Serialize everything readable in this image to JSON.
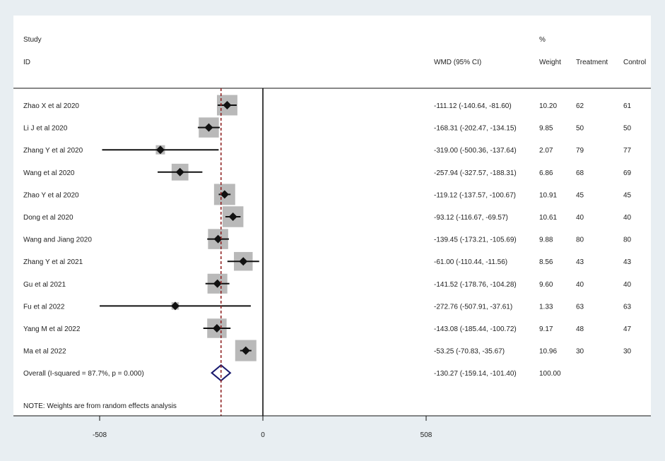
{
  "headers": {
    "study_line1": "Study",
    "study_line2": "ID",
    "effect": "WMD (95% CI)",
    "weight_line1": "%",
    "weight_line2": "Weight",
    "treatment": "Treatment",
    "control": "Control"
  },
  "note": "NOTE: Weights are from random effects analysis",
  "colors": {
    "box": "#b9b9b9",
    "marker": "#111111",
    "overall_diamond": "#1a1a6e",
    "reference_line": "#8b1a1a",
    "axis": "#111111"
  },
  "chart_data": {
    "type": "forest",
    "measure": "WMD",
    "xticks": [
      -508,
      0,
      508
    ],
    "null_line": 0,
    "studies": [
      {
        "name": "Zhao X et al 2020",
        "est": -111.12,
        "lo": -140.64,
        "hi": -81.6,
        "ci_text": "-111.12 (-140.64, -81.60)",
        "weight": "10.20",
        "treatment": "62",
        "control": "61"
      },
      {
        "name": "Li J et al 2020",
        "est": -168.31,
        "lo": -202.47,
        "hi": -134.15,
        "ci_text": "-168.31 (-202.47, -134.15)",
        "weight": "9.85",
        "treatment": "50",
        "control": "50"
      },
      {
        "name": "Zhang Y et al 2020",
        "est": -319.0,
        "lo": -500.36,
        "hi": -137.64,
        "ci_text": "-319.00 (-500.36, -137.64)",
        "weight": "2.07",
        "treatment": "79",
        "control": "77"
      },
      {
        "name": "Wang et al 2020",
        "est": -257.94,
        "lo": -327.57,
        "hi": -188.31,
        "ci_text": "-257.94 (-327.57, -188.31)",
        "weight": "6.86",
        "treatment": "68",
        "control": "69"
      },
      {
        "name": "Zhao Y et al 2020",
        "est": -119.12,
        "lo": -137.57,
        "hi": -100.67,
        "ci_text": "-119.12 (-137.57, -100.67)",
        "weight": "10.91",
        "treatment": "45",
        "control": "45"
      },
      {
        "name": "Dong et al 2020",
        "est": -93.12,
        "lo": -116.67,
        "hi": -69.57,
        "ci_text": "-93.12 (-116.67, -69.57)",
        "weight": "10.61",
        "treatment": "40",
        "control": "40"
      },
      {
        "name": "Wang and Jiang 2020",
        "est": -139.45,
        "lo": -173.21,
        "hi": -105.69,
        "ci_text": "-139.45 (-173.21, -105.69)",
        "weight": "9.88",
        "treatment": "80",
        "control": "80"
      },
      {
        "name": "Zhang Y et al 2021",
        "est": -61.0,
        "lo": -110.44,
        "hi": -11.56,
        "ci_text": "-61.00 (-110.44, -11.56)",
        "weight": "8.56",
        "treatment": "43",
        "control": "43"
      },
      {
        "name": "Gu et al 2021",
        "est": -141.52,
        "lo": -178.76,
        "hi": -104.28,
        "ci_text": "-141.52 (-178.76, -104.28)",
        "weight": "9.60",
        "treatment": "40",
        "control": "40"
      },
      {
        "name": "Fu et al 2022",
        "est": -272.76,
        "lo": -507.91,
        "hi": -37.61,
        "ci_text": "-272.76 (-507.91, -37.61)",
        "weight": "1.33",
        "treatment": "63",
        "control": "63"
      },
      {
        "name": "Yang M et al 2022",
        "est": -143.08,
        "lo": -185.44,
        "hi": -100.72,
        "ci_text": "-143.08 (-185.44, -100.72)",
        "weight": "9.17",
        "treatment": "48",
        "control": "47"
      },
      {
        "name": "Ma et al 2022",
        "est": -53.25,
        "lo": -70.83,
        "hi": -35.67,
        "ci_text": "-53.25 (-70.83, -35.67)",
        "weight": "10.96",
        "treatment": "30",
        "control": "30"
      }
    ],
    "overall": {
      "label": "Overall  (I-squared = 87.7%, p = 0.000)",
      "est": -130.27,
      "lo": -159.14,
      "hi": -101.4,
      "ci_text": "-130.27 (-159.14, -101.40)",
      "weight": "100.00"
    }
  }
}
